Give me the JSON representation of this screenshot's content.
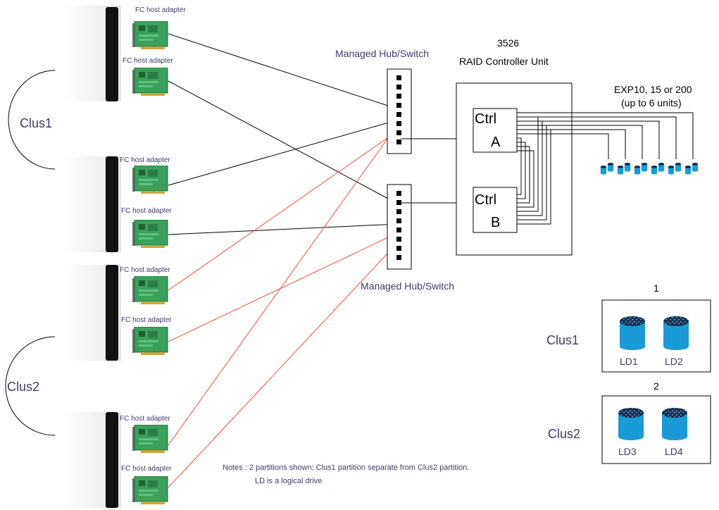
{
  "hosts": [
    {
      "adapters": [
        "FC host adapter",
        "FC host adapter"
      ]
    },
    {
      "adapters": [
        "FC host adapter",
        "FC host adapter"
      ]
    },
    {
      "adapters": [
        "FC host adapter",
        "FC host adapter"
      ]
    },
    {
      "adapters": [
        "FC host adapter",
        "FC host adapter"
      ]
    }
  ],
  "clusters": {
    "clus1": "Clus1",
    "clus2": "Clus2"
  },
  "hub_top_label": "Managed Hub/Switch",
  "hub_bottom_label": "Managed Hub/Switch",
  "raid": {
    "model": "3526",
    "name": "RAID Controller Unit"
  },
  "controllers": {
    "a": {
      "line1": "Ctrl",
      "line2": "A"
    },
    "b": {
      "line1": "Ctrl",
      "line2": "B"
    }
  },
  "expansion": {
    "line1": "EXP10, 15 or 200",
    "line2": "(up to 6 units)"
  },
  "partitions": [
    {
      "number": "1",
      "cluster": "Clus1",
      "drives": [
        "LD1",
        "LD2"
      ]
    },
    {
      "number": "2",
      "cluster": "Clus2",
      "drives": [
        "LD3",
        "LD4"
      ]
    }
  ],
  "notes": {
    "line1": "Notes : 2 partitions shown; Clus1 partition separate from Clus2 partition.",
    "line2": "LD is a logical drive"
  },
  "colors": {
    "cluster1_link": "#000000",
    "cluster2_link": "#e8543c",
    "adapter_board": "#3aa05a",
    "drive_body": "#1a9ad6",
    "server_body": "#111111",
    "label_text": "#3c3c64"
  }
}
